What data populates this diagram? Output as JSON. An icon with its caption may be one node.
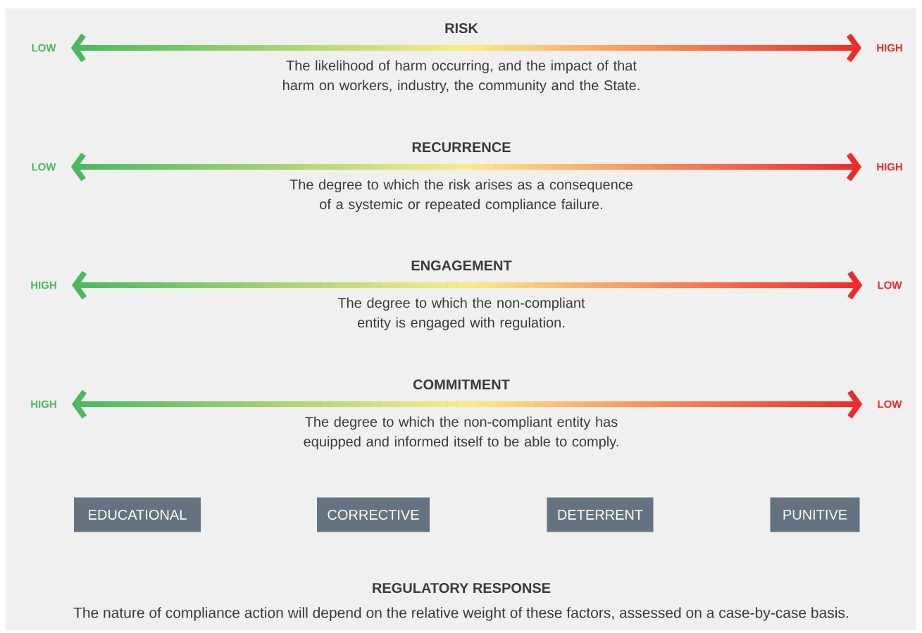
{
  "diagram": {
    "nodes": [
      {
        "text": [
          "LOW"
        ]
      },
      {
        "text": [
          "HIGH"
        ]
      },
      {
        "text": [
          "LOW"
        ]
      },
      {
        "text": [
          "HIGH"
        ]
      },
      {
        "text": [
          "HIGH"
        ]
      },
      {
        "text": [
          "LOW"
        ]
      },
      {
        "text": [
          "HIGH"
        ]
      },
      {
        "text": [
          "LOW"
        ]
      },
      {
        "text": [
          "EDUCATIONAL"
        ]
      },
      {
        "text": [
          "CORRECTIVE"
        ]
      },
      {
        "text": [
          "DETERRENT"
        ]
      },
      {
        "text": [
          "PUNITIVE"
        ]
      }
    ],
    "edges": [
      {
        "from": 0,
        "to": 1,
        "arrow": "both"
      },
      {
        "from": 2,
        "to": 3,
        "arrow": "both"
      },
      {
        "from": 4,
        "to": 5,
        "arrow": "both"
      },
      {
        "from": 6,
        "to": 7,
        "arrow": "both"
      }
    ],
    "labels": [
      "RISK",
      "The likelihood of harm occurring, and the impact of that harm on workers, industry, the community and the State.",
      "RECURRENCE",
      "The degree to which the risk arises as a consequence of a systemic or repeated compliance failure.",
      "ENGAGEMENT",
      "The degree to which the non-compliant entity is engaged with regulation.",
      "COMMITMENT",
      "The degree to which the non-compliant entity has equipped and informed itself to be able to comply.",
      "REGULATORY RESPONSE",
      "The nature of compliance action will depend on the relative weight of these factors, assessed on a case-by-case basis."
    ]
  }
}
